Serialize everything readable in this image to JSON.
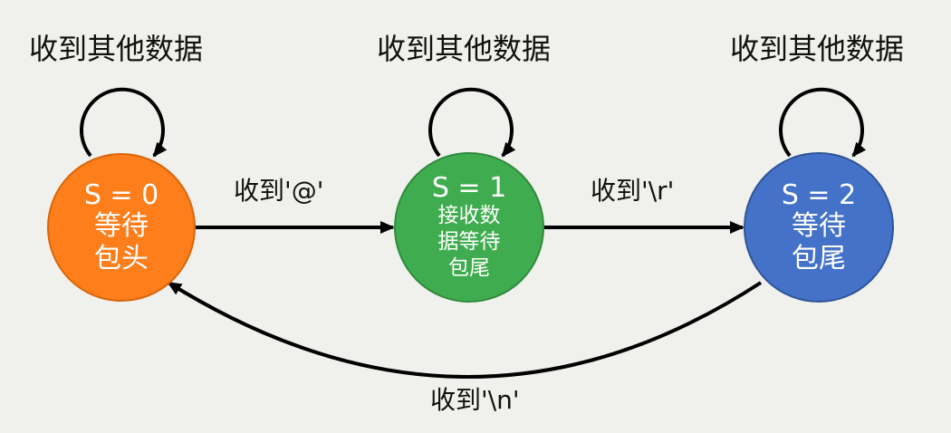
{
  "diagram": {
    "type": "state-machine",
    "background": "#f0f0ec",
    "states": [
      {
        "id": "s0",
        "title": "S = 0",
        "desc_lines": [
          "等待",
          "包头"
        ],
        "color": "#fd7e1b",
        "border": "#d9650a"
      },
      {
        "id": "s1",
        "title": "S = 1",
        "desc_lines": [
          "接收数",
          "据等待",
          "包尾"
        ],
        "color": "#3fad4f",
        "border": "#2f8a3c"
      },
      {
        "id": "s2",
        "title": "S = 2",
        "desc_lines": [
          "等待",
          "包尾"
        ],
        "color": "#4472c8",
        "border": "#2f5597"
      }
    ],
    "self_loop_labels": [
      "收到其他数据",
      "收到其他数据",
      "收到其他数据"
    ],
    "transitions": [
      {
        "from": "s0",
        "to": "s1",
        "label": "收到'@'"
      },
      {
        "from": "s1",
        "to": "s2",
        "label": "收到'\\r'"
      },
      {
        "from": "s2",
        "to": "s0",
        "label": "收到'\\n'"
      }
    ]
  }
}
